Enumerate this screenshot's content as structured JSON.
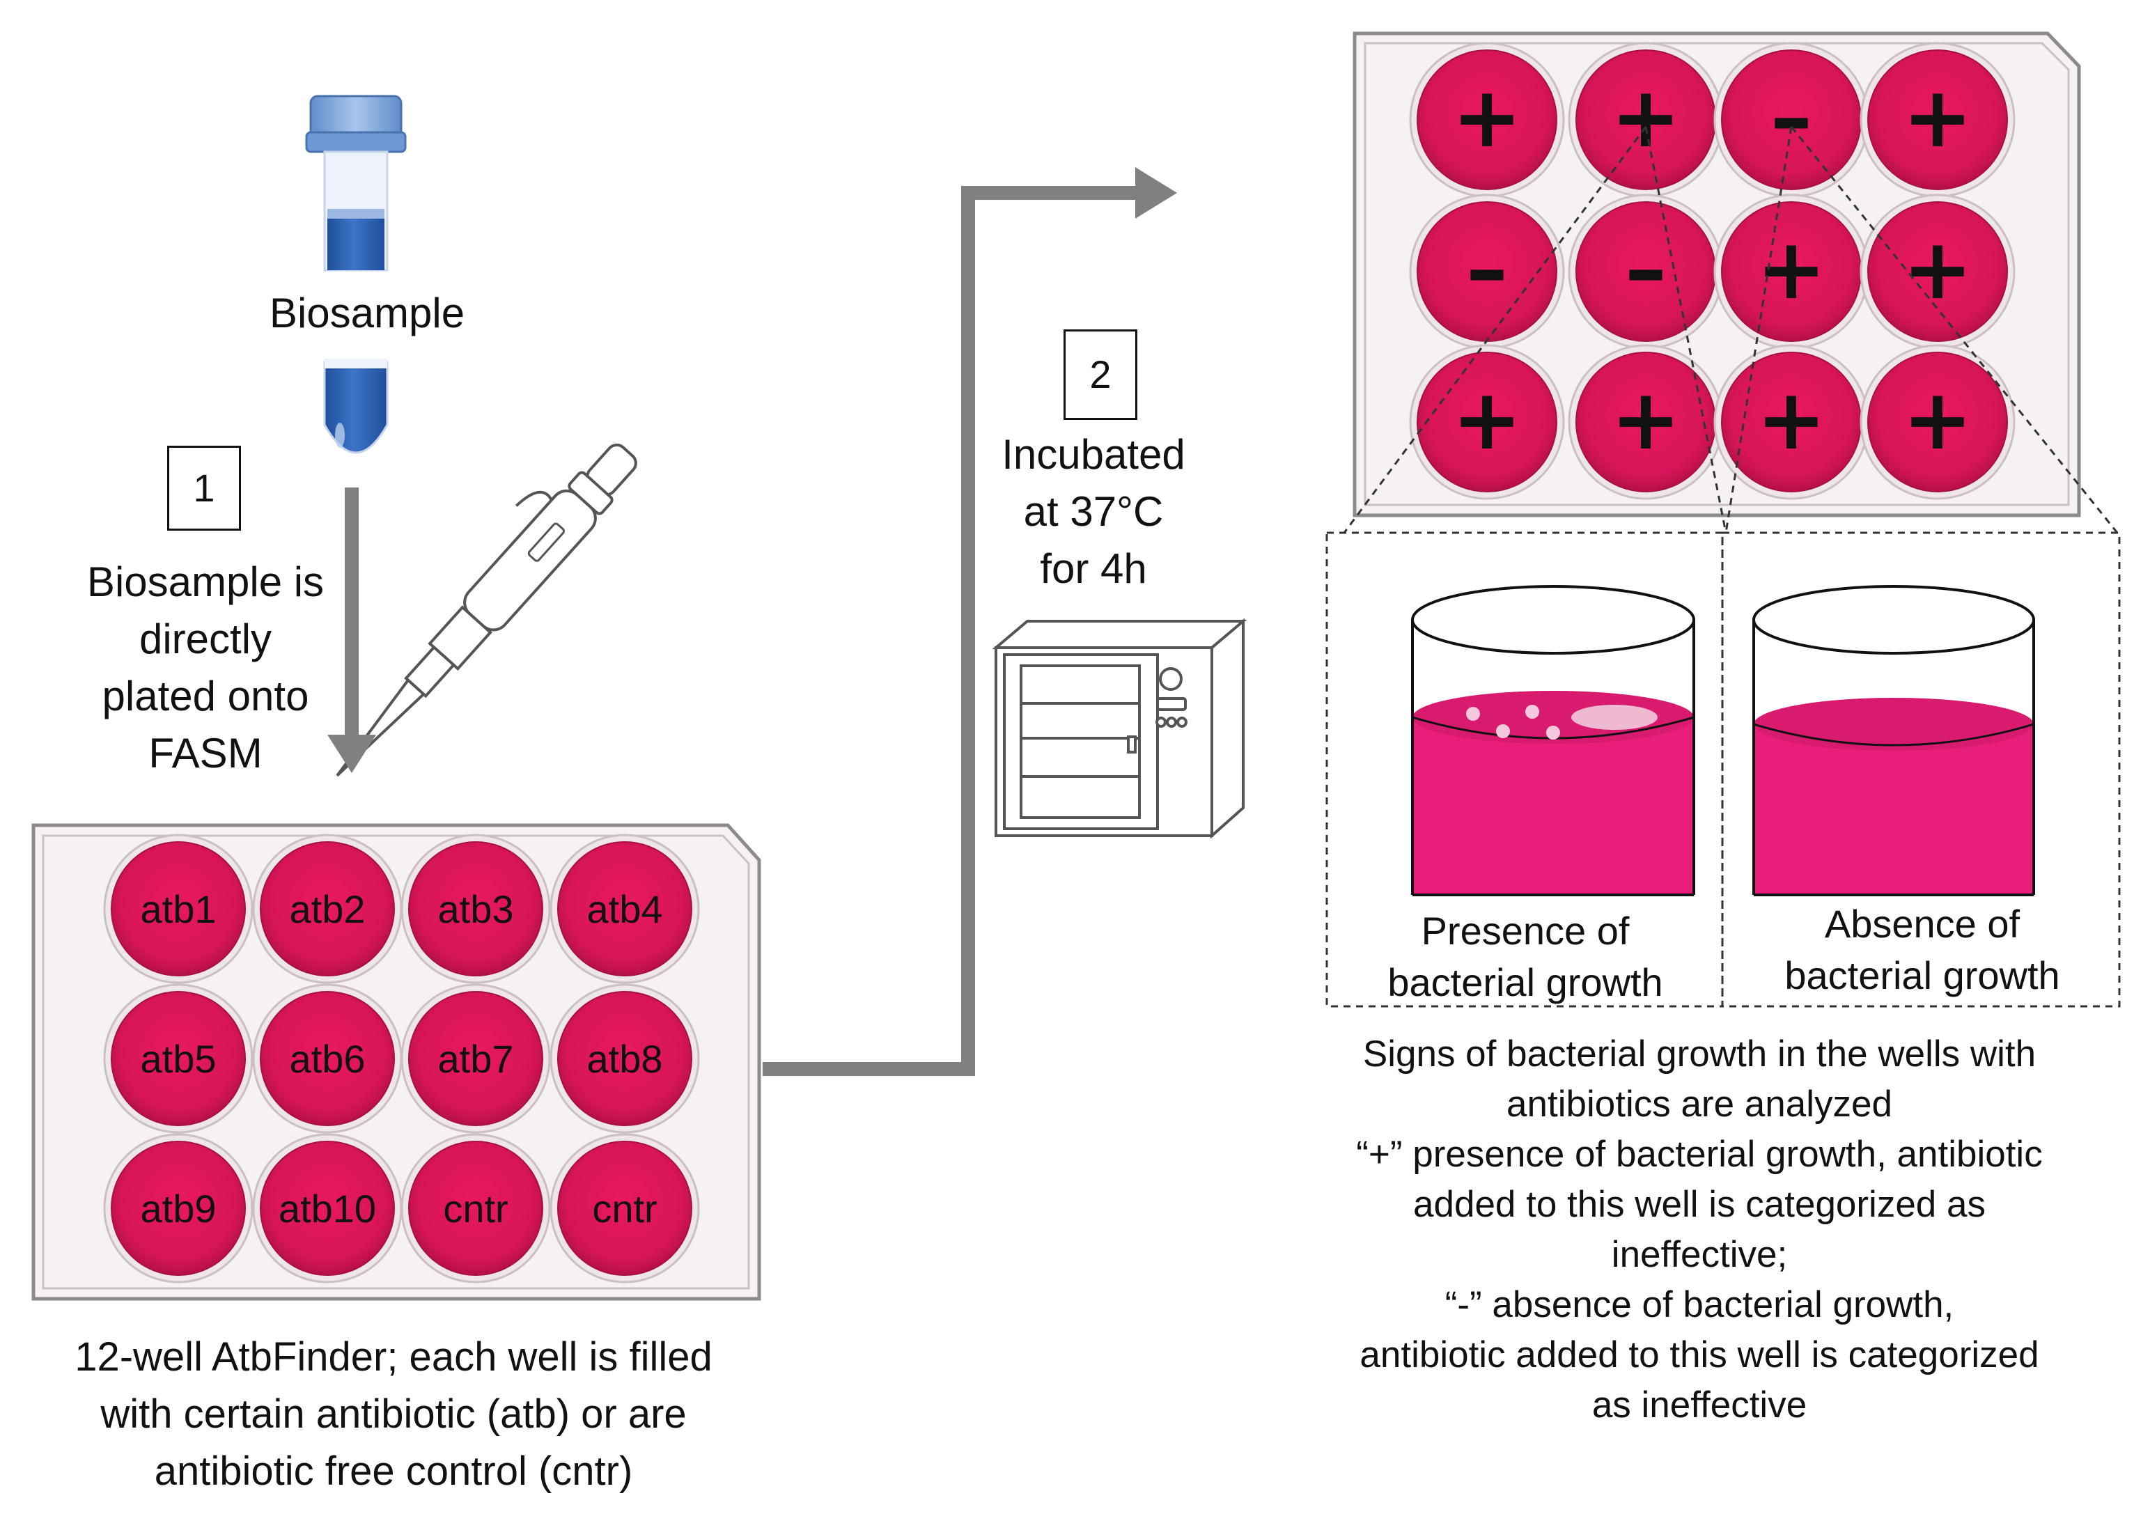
{
  "title": "",
  "steps": {
    "step1": {
      "number": "1",
      "caption_lines": [
        "Biosample is",
        "directly",
        "plated onto",
        "FASM"
      ]
    },
    "step2": {
      "number": "2",
      "caption_lines": [
        "Incubated",
        "at 37°C",
        "for 4h"
      ]
    }
  },
  "biosample_label": "Biosample",
  "left_plate": {
    "wells": [
      "atb1",
      "atb2",
      "atb3",
      "atb4",
      "atb5",
      "atb6",
      "atb7",
      "atb8",
      "atb9",
      "atb10",
      "cntr",
      "cntr"
    ],
    "caption_lines": [
      "12-well AtbFinder;  each well is filled",
      "with certain antibiotic (atb) or are",
      "antibiotic free control (cntr)"
    ]
  },
  "right_plate": {
    "results": [
      "+",
      "+",
      "–",
      "+",
      "–",
      "–",
      "+",
      "+",
      "+",
      "+",
      "+",
      "+"
    ]
  },
  "panels": {
    "presence_lines": [
      "Presence of",
      "bacterial growth"
    ],
    "absence_lines": [
      "Absence of",
      "bacterial growth"
    ]
  },
  "right_caption_lines": [
    "Signs of bacterial growth in the wells with",
    "antibiotics are analyzed",
    "“+” presence of bacterial growth, antibiotic",
    "added to this well is categorized as",
    "ineffective;",
    "“-” absence of bacterial growth,",
    "antibiotic added to this well is categorized",
    "as ineffective"
  ],
  "colors": {
    "well": "#e0185f",
    "well_dark": "#c81452",
    "arrow": "#808080",
    "tube_cap": "#7ba4d9",
    "tube_liquid": "#2f63b5",
    "medium": "#e91e7a"
  }
}
